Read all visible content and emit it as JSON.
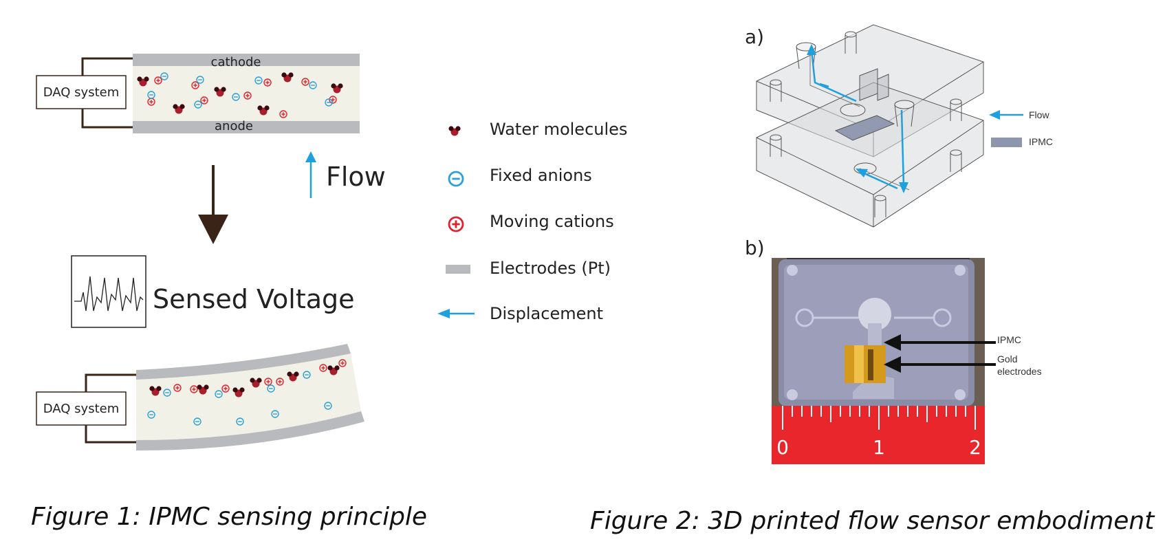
{
  "figure1": {
    "caption": "Figure 1: IPMC sensing principle",
    "daq_label_top": "DAQ system",
    "daq_label_bottom": "DAQ system",
    "cathode_label": "cathode",
    "anode_label": "anode",
    "flow_label": "Flow",
    "sensed_voltage_label": "Sensed Voltage"
  },
  "legend": {
    "items": [
      {
        "icon": "water-molecule-icon",
        "label": "Water molecules"
      },
      {
        "icon": "fixed-anion-icon",
        "label": "Fixed anions"
      },
      {
        "icon": "moving-cation-icon",
        "label": "Moving cations"
      },
      {
        "icon": "electrode-icon",
        "label": "Electrodes (Pt)"
      },
      {
        "icon": "displacement-arrow-icon",
        "label": "Displacement"
      }
    ]
  },
  "figure2": {
    "caption": "Figure 2: 3D printed flow sensor embodiment",
    "panel_a_label": "a)",
    "panel_b_label": "b)",
    "legend_flow": "Flow",
    "legend_ipmc": "IPMC",
    "photo_label_ipmc": "IPMC",
    "photo_label_gold_1": "Gold",
    "photo_label_gold_2": "electrodes",
    "ruler_ticks": [
      "0",
      "1",
      "2"
    ]
  },
  "colors": {
    "anion": "#2aa0d8",
    "cation": "#e0202a",
    "water": "#a81e2a",
    "electrode": "#b9babd",
    "channel_fill": "#f1f1e8",
    "flow_arrow": "#1e9fde",
    "ruler_red": "#e8262b"
  }
}
